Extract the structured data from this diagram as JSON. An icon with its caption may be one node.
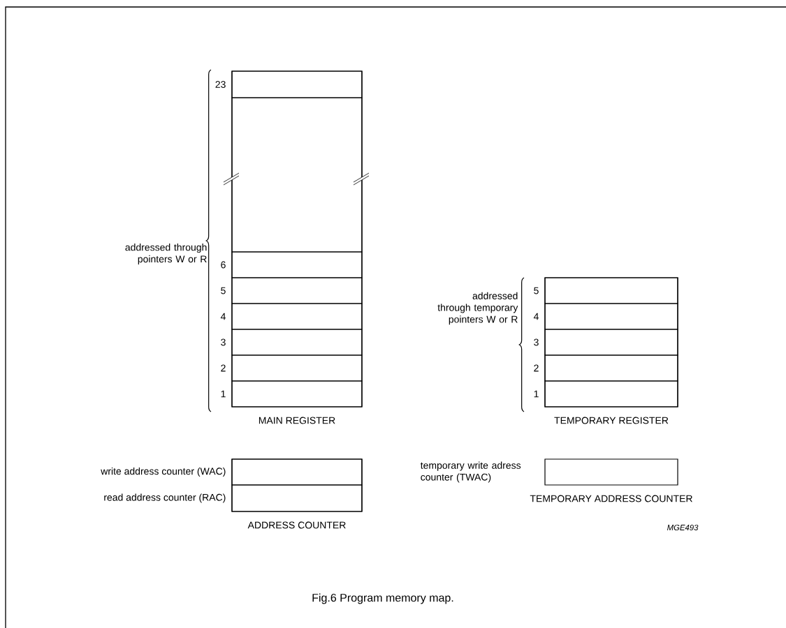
{
  "diagram": {
    "caption": "Fig.6  Program memory map.",
    "nodes": [
      {
        "text": [
          "MAIN REGISTER"
        ]
      },
      {
        "text": [],
        "shape": "box",
        "in": 0,
        "beside": [
          "23"
        ]
      },
      {
        "text": [],
        "shape": "box",
        "in": 0
      },
      {
        "text": [],
        "shape": "box",
        "in": 0,
        "beside": [
          "6"
        ]
      },
      {
        "text": [],
        "shape": "box",
        "in": 0,
        "beside": [
          "5"
        ]
      },
      {
        "text": [],
        "shape": "box",
        "in": 0,
        "beside": [
          "4"
        ]
      },
      {
        "text": [],
        "shape": "box",
        "in": 0,
        "beside": [
          "3"
        ]
      },
      {
        "text": [],
        "shape": "box",
        "in": 0,
        "beside": [
          "2"
        ]
      },
      {
        "text": [],
        "shape": "box",
        "in": 0,
        "beside": [
          "1"
        ]
      },
      {
        "text": [
          "TEMPORARY REGISTER"
        ]
      },
      {
        "text": [],
        "shape": "box",
        "in": 9,
        "beside": [
          "5"
        ]
      },
      {
        "text": [],
        "shape": "box",
        "in": 9,
        "beside": [
          "4"
        ]
      },
      {
        "text": [],
        "shape": "box",
        "in": 9,
        "beside": [
          "3"
        ]
      },
      {
        "text": [],
        "shape": "box",
        "in": 9,
        "beside": [
          "2"
        ]
      },
      {
        "text": [],
        "shape": "box",
        "in": 9,
        "beside": [
          "1"
        ]
      },
      {
        "text": [
          "ADDRESS COUNTER"
        ]
      },
      {
        "text": [],
        "shape": "box",
        "in": 15,
        "beside": [
          "write address counter (WAC)"
        ]
      },
      {
        "text": [],
        "shape": "box",
        "in": 15,
        "beside": [
          "read address counter (RAC)"
        ]
      },
      {
        "text": [
          "TEMPORARY ADDRESS COUNTER"
        ],
        "beside": [
          "temporary write adress counter (TWAC)"
        ]
      }
    ],
    "labels": [
      "addressed through pointers W or R",
      "addressed through temporary pointers W or R",
      "MGE493"
    ]
  }
}
